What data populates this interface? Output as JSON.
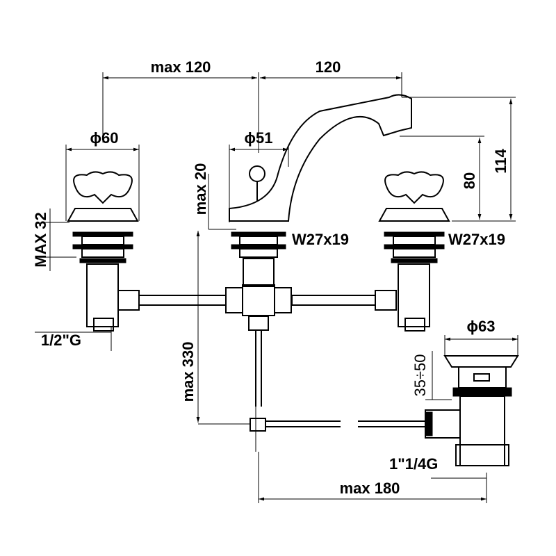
{
  "drawing": {
    "dimensions": {
      "spout_offset": "max 120",
      "spout_reach": "120",
      "handle_diameter_left": "ϕ60",
      "spout_diameter": "ϕ51",
      "spout_height_max": "max 20",
      "total_height": "114",
      "spout_outlet_height": "80",
      "deck_thickness_max": "MAX 32",
      "thread_mid": "W27x19",
      "thread_right": "W27x19",
      "inlet_thread": "1/2\"G",
      "depth_max": "max 330",
      "drain_diameter": "ϕ63",
      "drain_range": "35÷50",
      "drain_thread": "1\"1/4G",
      "drain_distance_max": "max 180"
    }
  }
}
